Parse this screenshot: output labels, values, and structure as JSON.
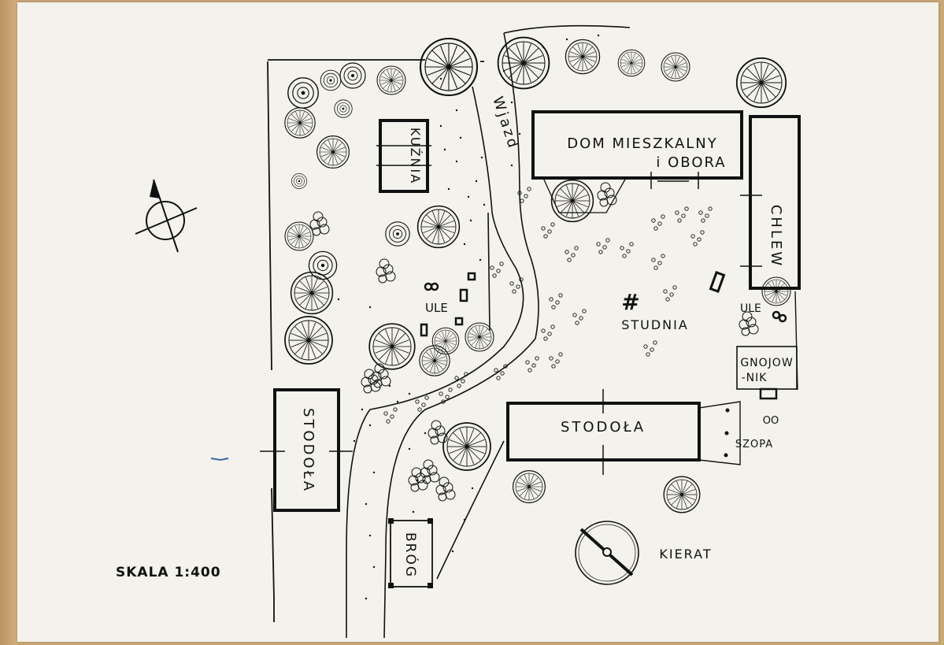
{
  "map": {
    "labels": {
      "kuznia": "KUŹNIA",
      "dom_line1": "DOM MIESZKALNY",
      "dom_line2": "i OBORA",
      "chlew": "CHLEW",
      "wjazd": "Wjazd",
      "ule_left": "ULE",
      "ule_right": "ULE",
      "studnia": "STUDNIA",
      "gnojownik_line1": "GNOJOW",
      "gnojownik_line2": "-NIK",
      "stodola_left": "STODOŁA",
      "stodola_right": "STODOŁA",
      "szopa": "SZOPA",
      "brog": "BRÓG",
      "kierat": "KIERAT",
      "scale": "SKALA 1:400",
      "oo": "OO"
    },
    "symbols": {
      "well": "#",
      "north_arrow": "compass-north-arrow-icon"
    },
    "colors": {
      "ink": "#111111",
      "paper": "#f3f2ec",
      "backing": "#c9a877"
    }
  }
}
